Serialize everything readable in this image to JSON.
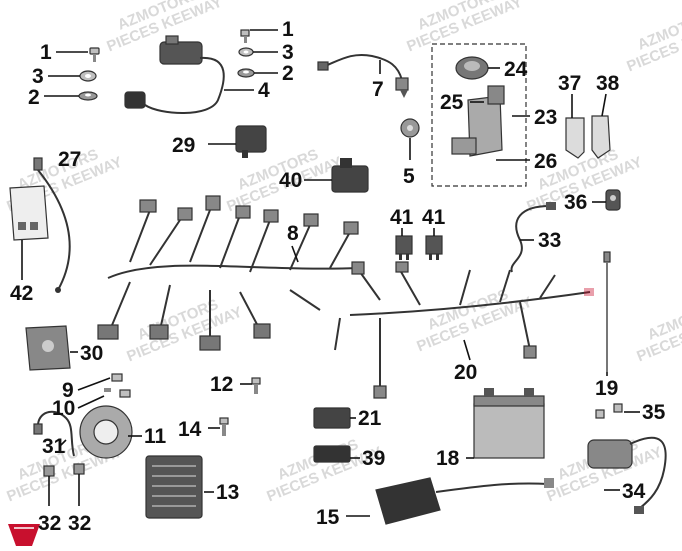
{
  "diagram": {
    "watermark": {
      "line1": "AZMOTORS",
      "line2": "PIECES KEEWAY"
    },
    "colors": {
      "ink": "#111111",
      "part_fill": "#bfbfbf",
      "part_dark": "#555555",
      "watermark": "#d9d9d9",
      "logo": "#c8102e"
    },
    "callouts": [
      {
        "id": "c1a",
        "label": "1"
      },
      {
        "id": "c3a",
        "label": "3"
      },
      {
        "id": "c2a",
        "label": "2"
      },
      {
        "id": "c1b",
        "label": "1"
      },
      {
        "id": "c3b",
        "label": "3"
      },
      {
        "id": "c2b",
        "label": "2"
      },
      {
        "id": "c4",
        "label": "4"
      },
      {
        "id": "c7",
        "label": "7"
      },
      {
        "id": "c24",
        "label": "24"
      },
      {
        "id": "c25",
        "label": "25"
      },
      {
        "id": "c23",
        "label": "23"
      },
      {
        "id": "c26",
        "label": "26"
      },
      {
        "id": "c37",
        "label": "37"
      },
      {
        "id": "c38",
        "label": "38"
      },
      {
        "id": "c29",
        "label": "29"
      },
      {
        "id": "c5",
        "label": "5"
      },
      {
        "id": "c27",
        "label": "27"
      },
      {
        "id": "c40",
        "label": "40"
      },
      {
        "id": "c36",
        "label": "36"
      },
      {
        "id": "c8",
        "label": "8"
      },
      {
        "id": "c41a",
        "label": "41"
      },
      {
        "id": "c41b",
        "label": "41"
      },
      {
        "id": "c33",
        "label": "33"
      },
      {
        "id": "c42",
        "label": "42"
      },
      {
        "id": "c30",
        "label": "30"
      },
      {
        "id": "c20",
        "label": "20"
      },
      {
        "id": "c19",
        "label": "19"
      },
      {
        "id": "c9",
        "label": "9"
      },
      {
        "id": "c10",
        "label": "10"
      },
      {
        "id": "c12",
        "label": "12"
      },
      {
        "id": "c35",
        "label": "35"
      },
      {
        "id": "c11",
        "label": "11"
      },
      {
        "id": "c14",
        "label": "14"
      },
      {
        "id": "c21",
        "label": "21"
      },
      {
        "id": "c31",
        "label": "31"
      },
      {
        "id": "c39",
        "label": "39"
      },
      {
        "id": "c18",
        "label": "18"
      },
      {
        "id": "c13",
        "label": "13"
      },
      {
        "id": "c34",
        "label": "34"
      },
      {
        "id": "c15",
        "label": "15"
      },
      {
        "id": "c32a",
        "label": "32"
      },
      {
        "id": "c32b",
        "label": "32"
      }
    ]
  }
}
